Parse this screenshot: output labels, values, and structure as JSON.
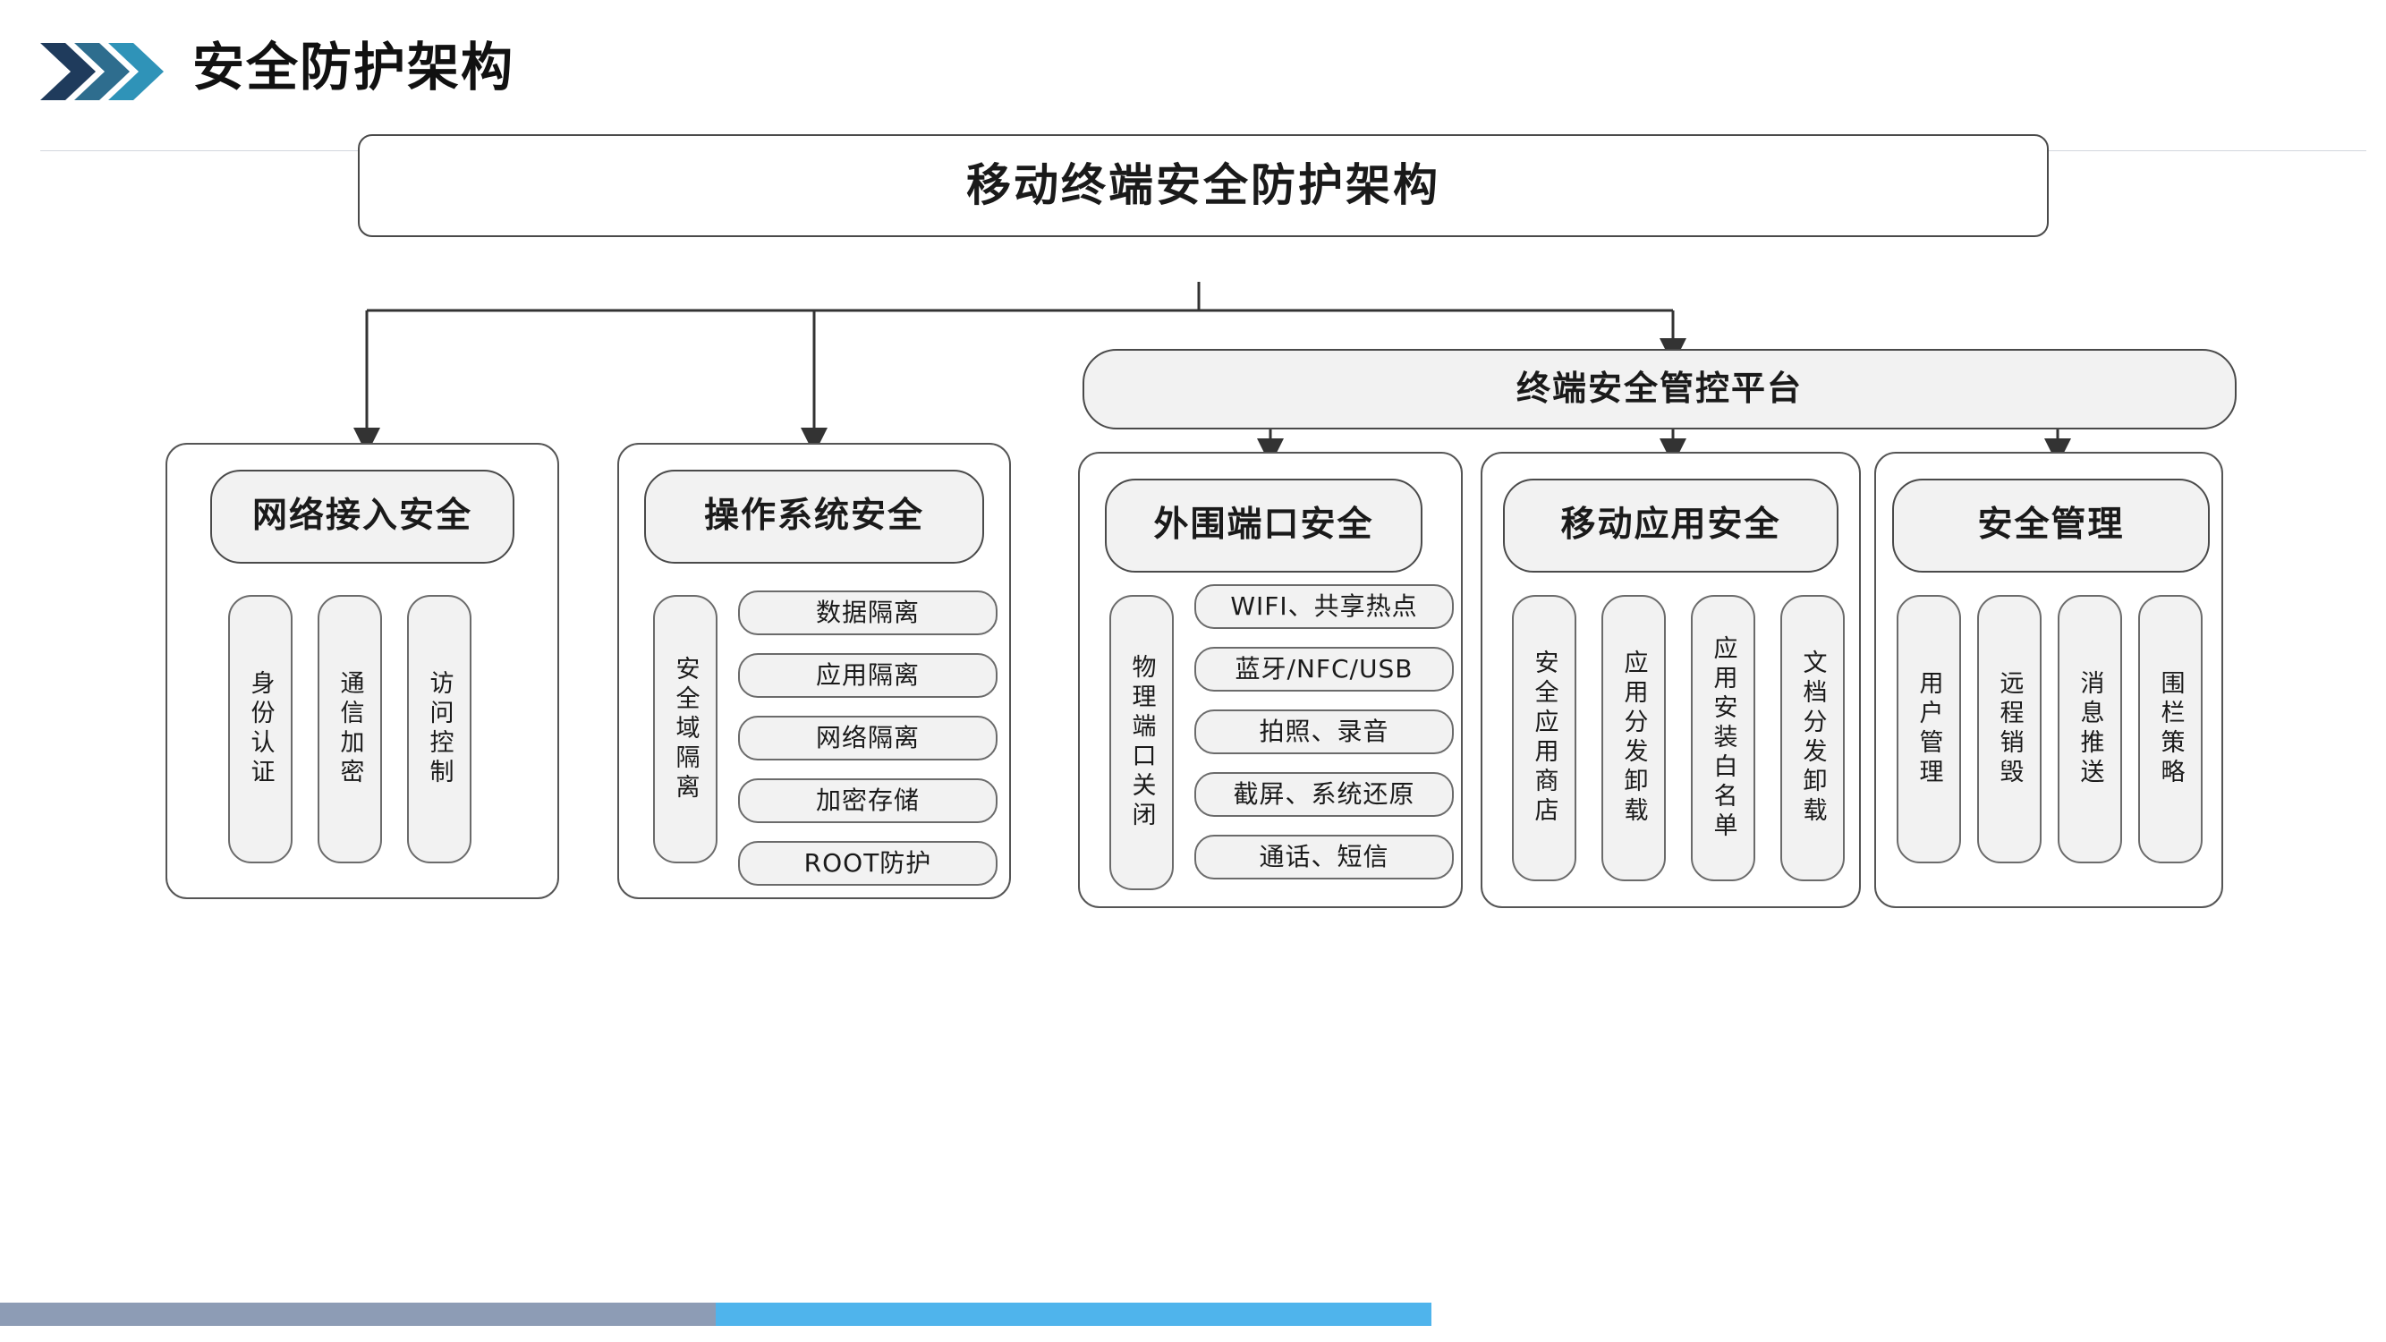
{
  "header": {
    "title": "安全防护架构",
    "chevron_colors": [
      "#1f3b5c",
      "#2e6d8e",
      "#2f93b8"
    ]
  },
  "footer": {
    "bar_left_color": "#8d9cb5",
    "bar_right_color": "#4fb4ec"
  },
  "diagram": {
    "root": "移动终端安全防护架构",
    "platform": "终端安全管控平台",
    "columns": [
      {
        "head": "网络接入安全",
        "layout": "vertical",
        "items": [
          "身份认证",
          "通信加密",
          "访问控制"
        ]
      },
      {
        "head": "操作系统安全",
        "layout": "mixed",
        "side_item": "安全域隔离",
        "items": [
          "数据隔离",
          "应用隔离",
          "网络隔离",
          "加密存储",
          "ROOT防护"
        ]
      },
      {
        "head": "外围端口安全",
        "layout": "mixed",
        "side_item": "物理端口关闭",
        "items": [
          "WIFI、共享热点",
          "蓝牙/NFC/USB",
          "拍照、录音",
          "截屏、系统还原",
          "通话、短信"
        ]
      },
      {
        "head": "移动应用安全",
        "layout": "vertical",
        "items": [
          "安全应用商店",
          "应用分发卸载",
          "应用安装白名单",
          "文档分发卸载"
        ]
      },
      {
        "head": "安全管理",
        "layout": "vertical",
        "items": [
          "用户管理",
          "远程销毁",
          "消息推送",
          "围栏策略"
        ]
      }
    ]
  }
}
